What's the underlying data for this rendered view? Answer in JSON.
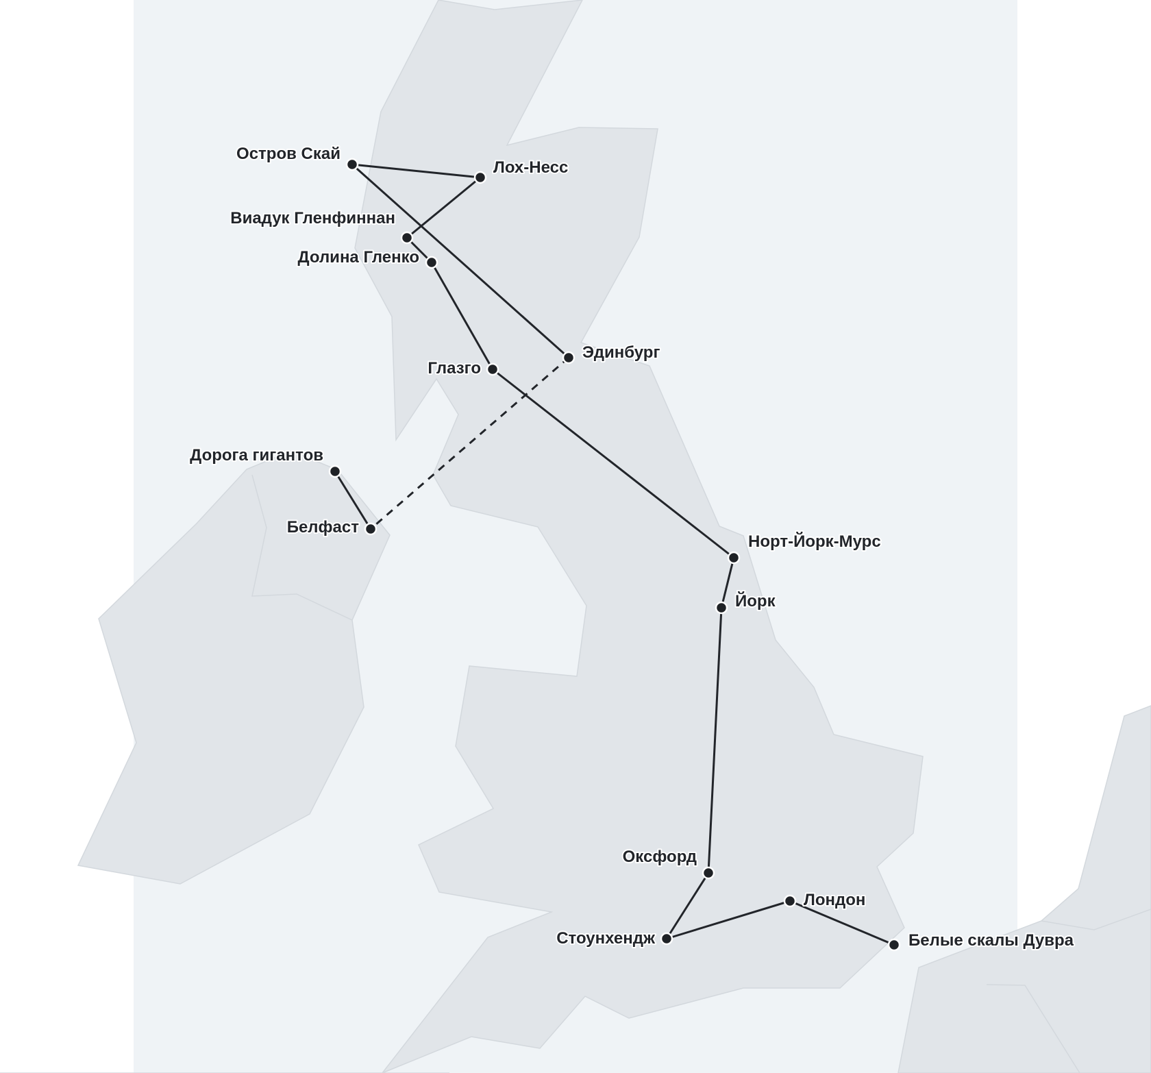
{
  "map": {
    "places": [
      {
        "id": "skye",
        "name": "Остров Скай"
      },
      {
        "id": "lochness",
        "name": "Лох-Несс"
      },
      {
        "id": "glenfinnan",
        "name": "Виадук Гленфиннан"
      },
      {
        "id": "glencoe",
        "name": "Долина Гленко"
      },
      {
        "id": "edinburgh",
        "name": "Эдинбург"
      },
      {
        "id": "glasgow",
        "name": "Глазго"
      },
      {
        "id": "giants",
        "name": "Дорога гигантов"
      },
      {
        "id": "belfast",
        "name": "Белфаст"
      },
      {
        "id": "northyork",
        "name": "Норт-Йорк-Мурс"
      },
      {
        "id": "york",
        "name": "Йорк"
      },
      {
        "id": "oxford",
        "name": "Оксфорд"
      },
      {
        "id": "london",
        "name": "Лондон"
      },
      {
        "id": "stonehenge",
        "name": "Стоунхендж"
      },
      {
        "id": "dover",
        "name": "Белые скалы Дувра"
      }
    ],
    "routes": [
      {
        "from": "skye",
        "to": "lochness",
        "style": "solid"
      },
      {
        "from": "lochness",
        "to": "glenfinnan",
        "style": "solid"
      },
      {
        "from": "glenfinnan",
        "to": "glencoe",
        "style": "solid"
      },
      {
        "from": "glencoe",
        "to": "glasgow",
        "style": "solid"
      },
      {
        "from": "skye",
        "to": "edinburgh",
        "style": "solid"
      },
      {
        "from": "edinburgh",
        "to": "belfast",
        "style": "dashed"
      },
      {
        "from": "belfast",
        "to": "giants",
        "style": "solid"
      },
      {
        "from": "glasgow",
        "to": "northyork",
        "style": "solid"
      },
      {
        "from": "northyork",
        "to": "york",
        "style": "solid"
      },
      {
        "from": "york",
        "to": "oxford",
        "style": "solid"
      },
      {
        "from": "oxford",
        "to": "stonehenge",
        "style": "solid"
      },
      {
        "from": "stonehenge",
        "to": "london",
        "style": "solid"
      },
      {
        "from": "london",
        "to": "dover",
        "style": "solid"
      }
    ],
    "colors": {
      "sea": "#eff3f6",
      "land": "#e1e5e9",
      "route": "#22252a",
      "marker": "#1f2226"
    }
  }
}
